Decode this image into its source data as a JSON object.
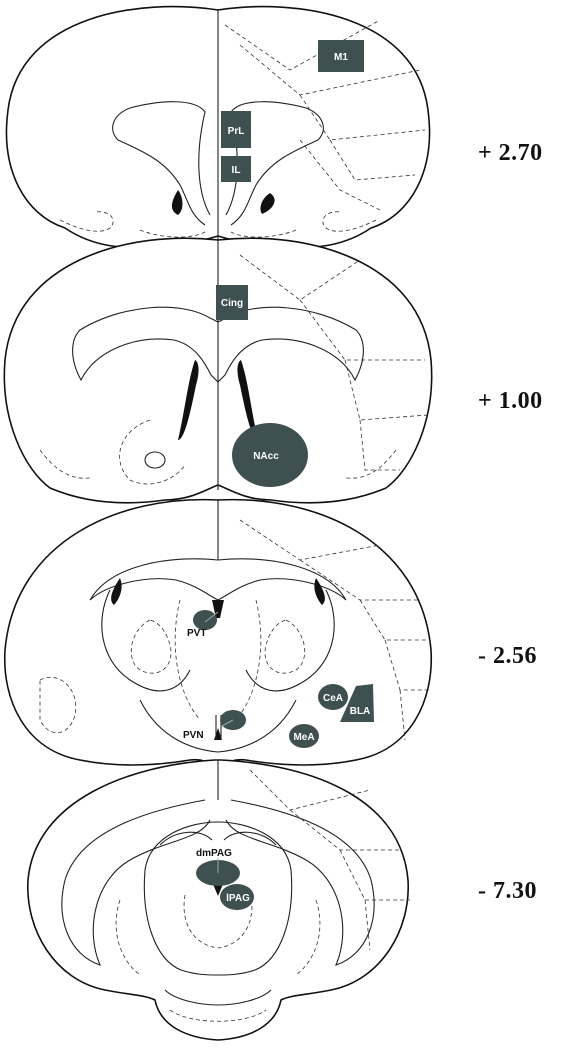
{
  "sections": [
    {
      "coordinate": "+ 2.70",
      "regions": [
        {
          "label": "M1"
        },
        {
          "label": "PrL"
        },
        {
          "label": "IL"
        }
      ]
    },
    {
      "coordinate": "+ 1.00",
      "regions": [
        {
          "label": "Cing"
        },
        {
          "label": "NAcc"
        }
      ]
    },
    {
      "coordinate": "- 2.56",
      "regions": [
        {
          "label": "PVT"
        },
        {
          "label": "PVN"
        },
        {
          "label": "CeA"
        },
        {
          "label": "BLA"
        },
        {
          "label": "MeA"
        }
      ]
    },
    {
      "coordinate": "- 7.30",
      "regions": [
        {
          "label": "dmPAG"
        },
        {
          "label": "lPAG"
        }
      ]
    }
  ],
  "colors": {
    "region_fill": "#3f5050",
    "outline": "#111111",
    "background": "#ffffff"
  }
}
